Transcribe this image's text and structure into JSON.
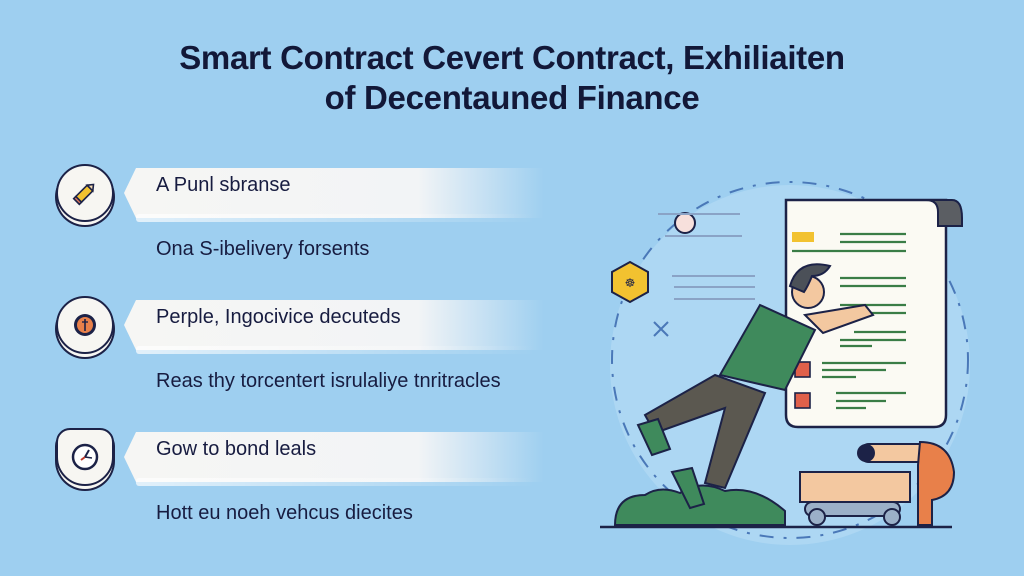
{
  "header": {
    "title_line1": "Smart Contract Cevert Contract, Exhiliaiten",
    "title_line2": "of Decentauned Finance"
  },
  "features": [
    {
      "icon": "pencil-icon",
      "heading": "A Punl sbranse",
      "description": "Ona S-ibelivery forsents"
    },
    {
      "icon": "gear-coin-icon",
      "heading": "Perple, Ingocivice decuteds",
      "description": "Reas thy torcentert isrulaliye tnritracles"
    },
    {
      "icon": "clock-icon",
      "heading": "Gow to bond leals",
      "description": "Hott eu noeh vehcus diecites"
    }
  ],
  "colors": {
    "background": "#9ecff0",
    "title": "#121838",
    "banner": "#f6f6f4",
    "shirt": "#3f8a5c",
    "document_lines": "#3a7d46",
    "checkbox": "#e0604a",
    "accent_yellow": "#f2c230"
  }
}
